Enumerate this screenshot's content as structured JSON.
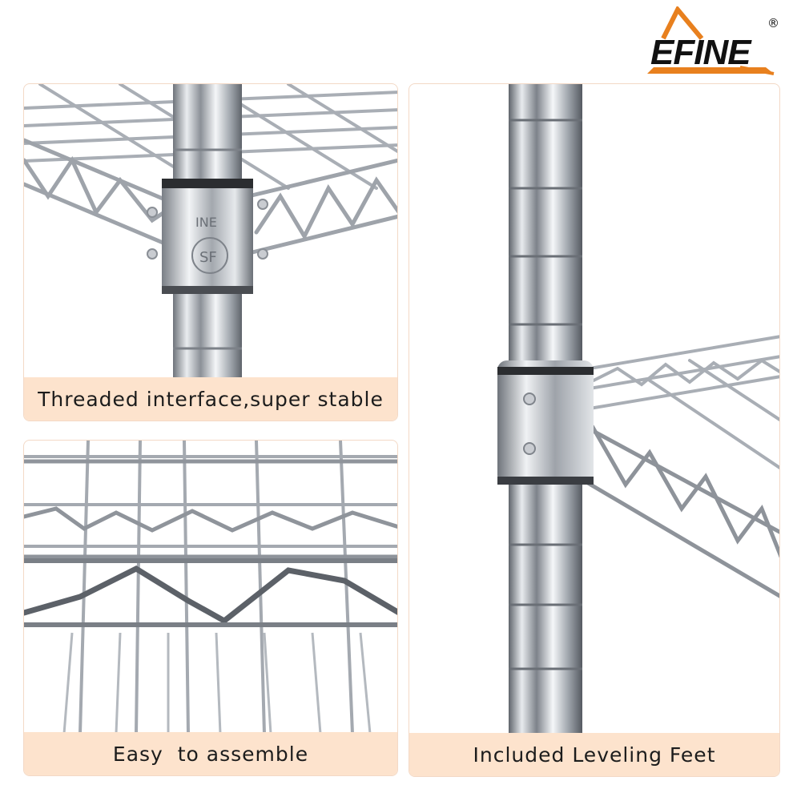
{
  "brand": {
    "name": "EFINE",
    "registered_mark": "®",
    "colors": {
      "roof": "#e8801e",
      "text": "#111111"
    }
  },
  "panels": [
    {
      "id": "threaded",
      "caption": "Threaded interface,super stable",
      "sleeve_marks": [
        "INE",
        "SF"
      ]
    },
    {
      "id": "assemble",
      "caption": "Easy  to assemble"
    },
    {
      "id": "feet",
      "caption": "Included Leveling Feet"
    }
  ],
  "colors": {
    "caption_bg": "#fde3cd",
    "panel_border": "#f3d9c6",
    "chrome": "#c9ccd1"
  }
}
